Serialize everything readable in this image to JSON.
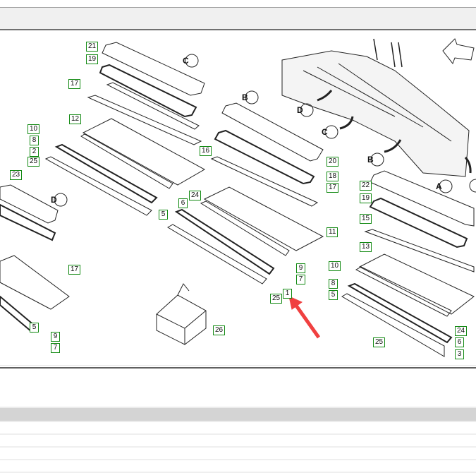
{
  "colors": {
    "label_border": "#138a13",
    "pointer_arrow": "#f04040",
    "toolbar": "#f0f0f0",
    "table_header": "#d4d4d4"
  },
  "diagram": {
    "callouts": [
      "21",
      "19",
      "17",
      "12",
      "10",
      "8",
      "2",
      "25",
      "23",
      "16",
      "24",
      "6",
      "5",
      "20",
      "18",
      "17",
      "11",
      "9",
      "7",
      "25",
      "1",
      "26",
      "17",
      "5",
      "9",
      "7",
      "22",
      "19",
      "15",
      "13",
      "10",
      "8",
      "5",
      "24",
      "6",
      "25",
      "3"
    ],
    "view_letters": [
      "C",
      "B",
      "D",
      "C",
      "B",
      "A",
      "D"
    ],
    "highlighted_part": "1"
  },
  "table": {
    "rows": [
      "",
      "",
      "",
      ""
    ]
  }
}
